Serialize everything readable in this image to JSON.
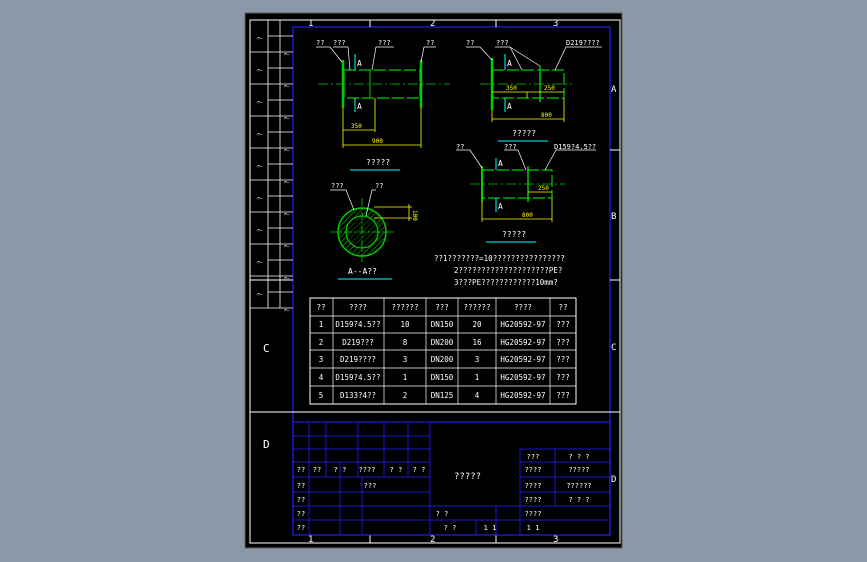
{
  "colors": {
    "background": "#8c98a8",
    "paper": "#000000",
    "frame": "#ffffff",
    "border": "#2020ff",
    "dim": "#ffff00",
    "pipe": "#00cc00",
    "center": "#00cc00",
    "leader": "#ffffff",
    "text": "#ffffff",
    "cyan": "#00ffff"
  },
  "zones": {
    "cols": [
      "1",
      "2",
      "3"
    ],
    "rows": [
      "A",
      "B",
      "C",
      "D"
    ]
  },
  "left_strip": [
    "?",
    "?",
    "?",
    "?",
    "?",
    "?",
    "?",
    "?",
    "?",
    "?",
    "?",
    "?",
    "?",
    "?",
    "?",
    "?",
    "?",
    "?"
  ],
  "view1": {
    "labels": [
      "??",
      "???",
      "???",
      "??"
    ],
    "section_mark": "A",
    "dim_short": "350",
    "dim_long": "900",
    "caption": "?????"
  },
  "view2": {
    "labels": [
      "??",
      "???",
      "D219????"
    ],
    "section_mark": "A",
    "dim_a": "350",
    "dim_b": "250",
    "dim_long": "800",
    "caption": "?????"
  },
  "view3": {
    "labels": [
      "??",
      "???",
      "D159?4.5??"
    ],
    "section_mark": "A",
    "dim_b": "250",
    "dim_long": "800",
    "caption": "?????"
  },
  "section": {
    "labels": [
      "???",
      "??"
    ],
    "dim": "100",
    "caption": "A--A??"
  },
  "notes": [
    "??1???????=10????????????????",
    "2????????????????????PE?",
    "3???PE????????????10mm?"
  ],
  "table": {
    "headers": [
      "??",
      "????",
      "??????",
      "???",
      "??????",
      "????",
      "??"
    ],
    "rows": [
      [
        "1",
        "D159?4.5??",
        "10",
        "DN150",
        "20",
        "HG20592-97",
        "???"
      ],
      [
        "2",
        "D219???",
        "8",
        "DN200",
        "16",
        "HG20592-97",
        "???"
      ],
      [
        "3",
        "D219????",
        "3",
        "DN200",
        "3",
        "HG20592-97",
        "???"
      ],
      [
        "4",
        "D159?4.5??",
        "1",
        "DN150",
        "1",
        "HG20592-97",
        "???"
      ],
      [
        "5",
        "D133?4??",
        "2",
        "DN125",
        "4",
        "HG20592-97",
        "???"
      ]
    ]
  },
  "title_block": {
    "title": "?????",
    "left_rows": [
      [
        "??",
        "??",
        "? ?",
        "????",
        "? ?",
        "? ?"
      ],
      [
        "??",
        "",
        "???",
        "",
        "",
        ""
      ],
      [
        "??",
        "",
        "",
        "",
        "",
        ""
      ],
      [
        "??",
        "",
        "",
        "",
        "",
        ""
      ],
      [
        "??",
        "",
        "",
        "",
        "",
        ""
      ]
    ],
    "mid_bottom": [
      "? ?",
      "?  ?",
      "1  1"
    ],
    "right_rows": [
      [
        "???",
        "?  ?  ?"
      ],
      [
        "????",
        "?????"
      ],
      [
        "????",
        "??????"
      ],
      [
        "????",
        "?  ?  ?"
      ],
      [
        "????",
        ""
      ],
      [
        "1  1",
        ""
      ]
    ]
  }
}
